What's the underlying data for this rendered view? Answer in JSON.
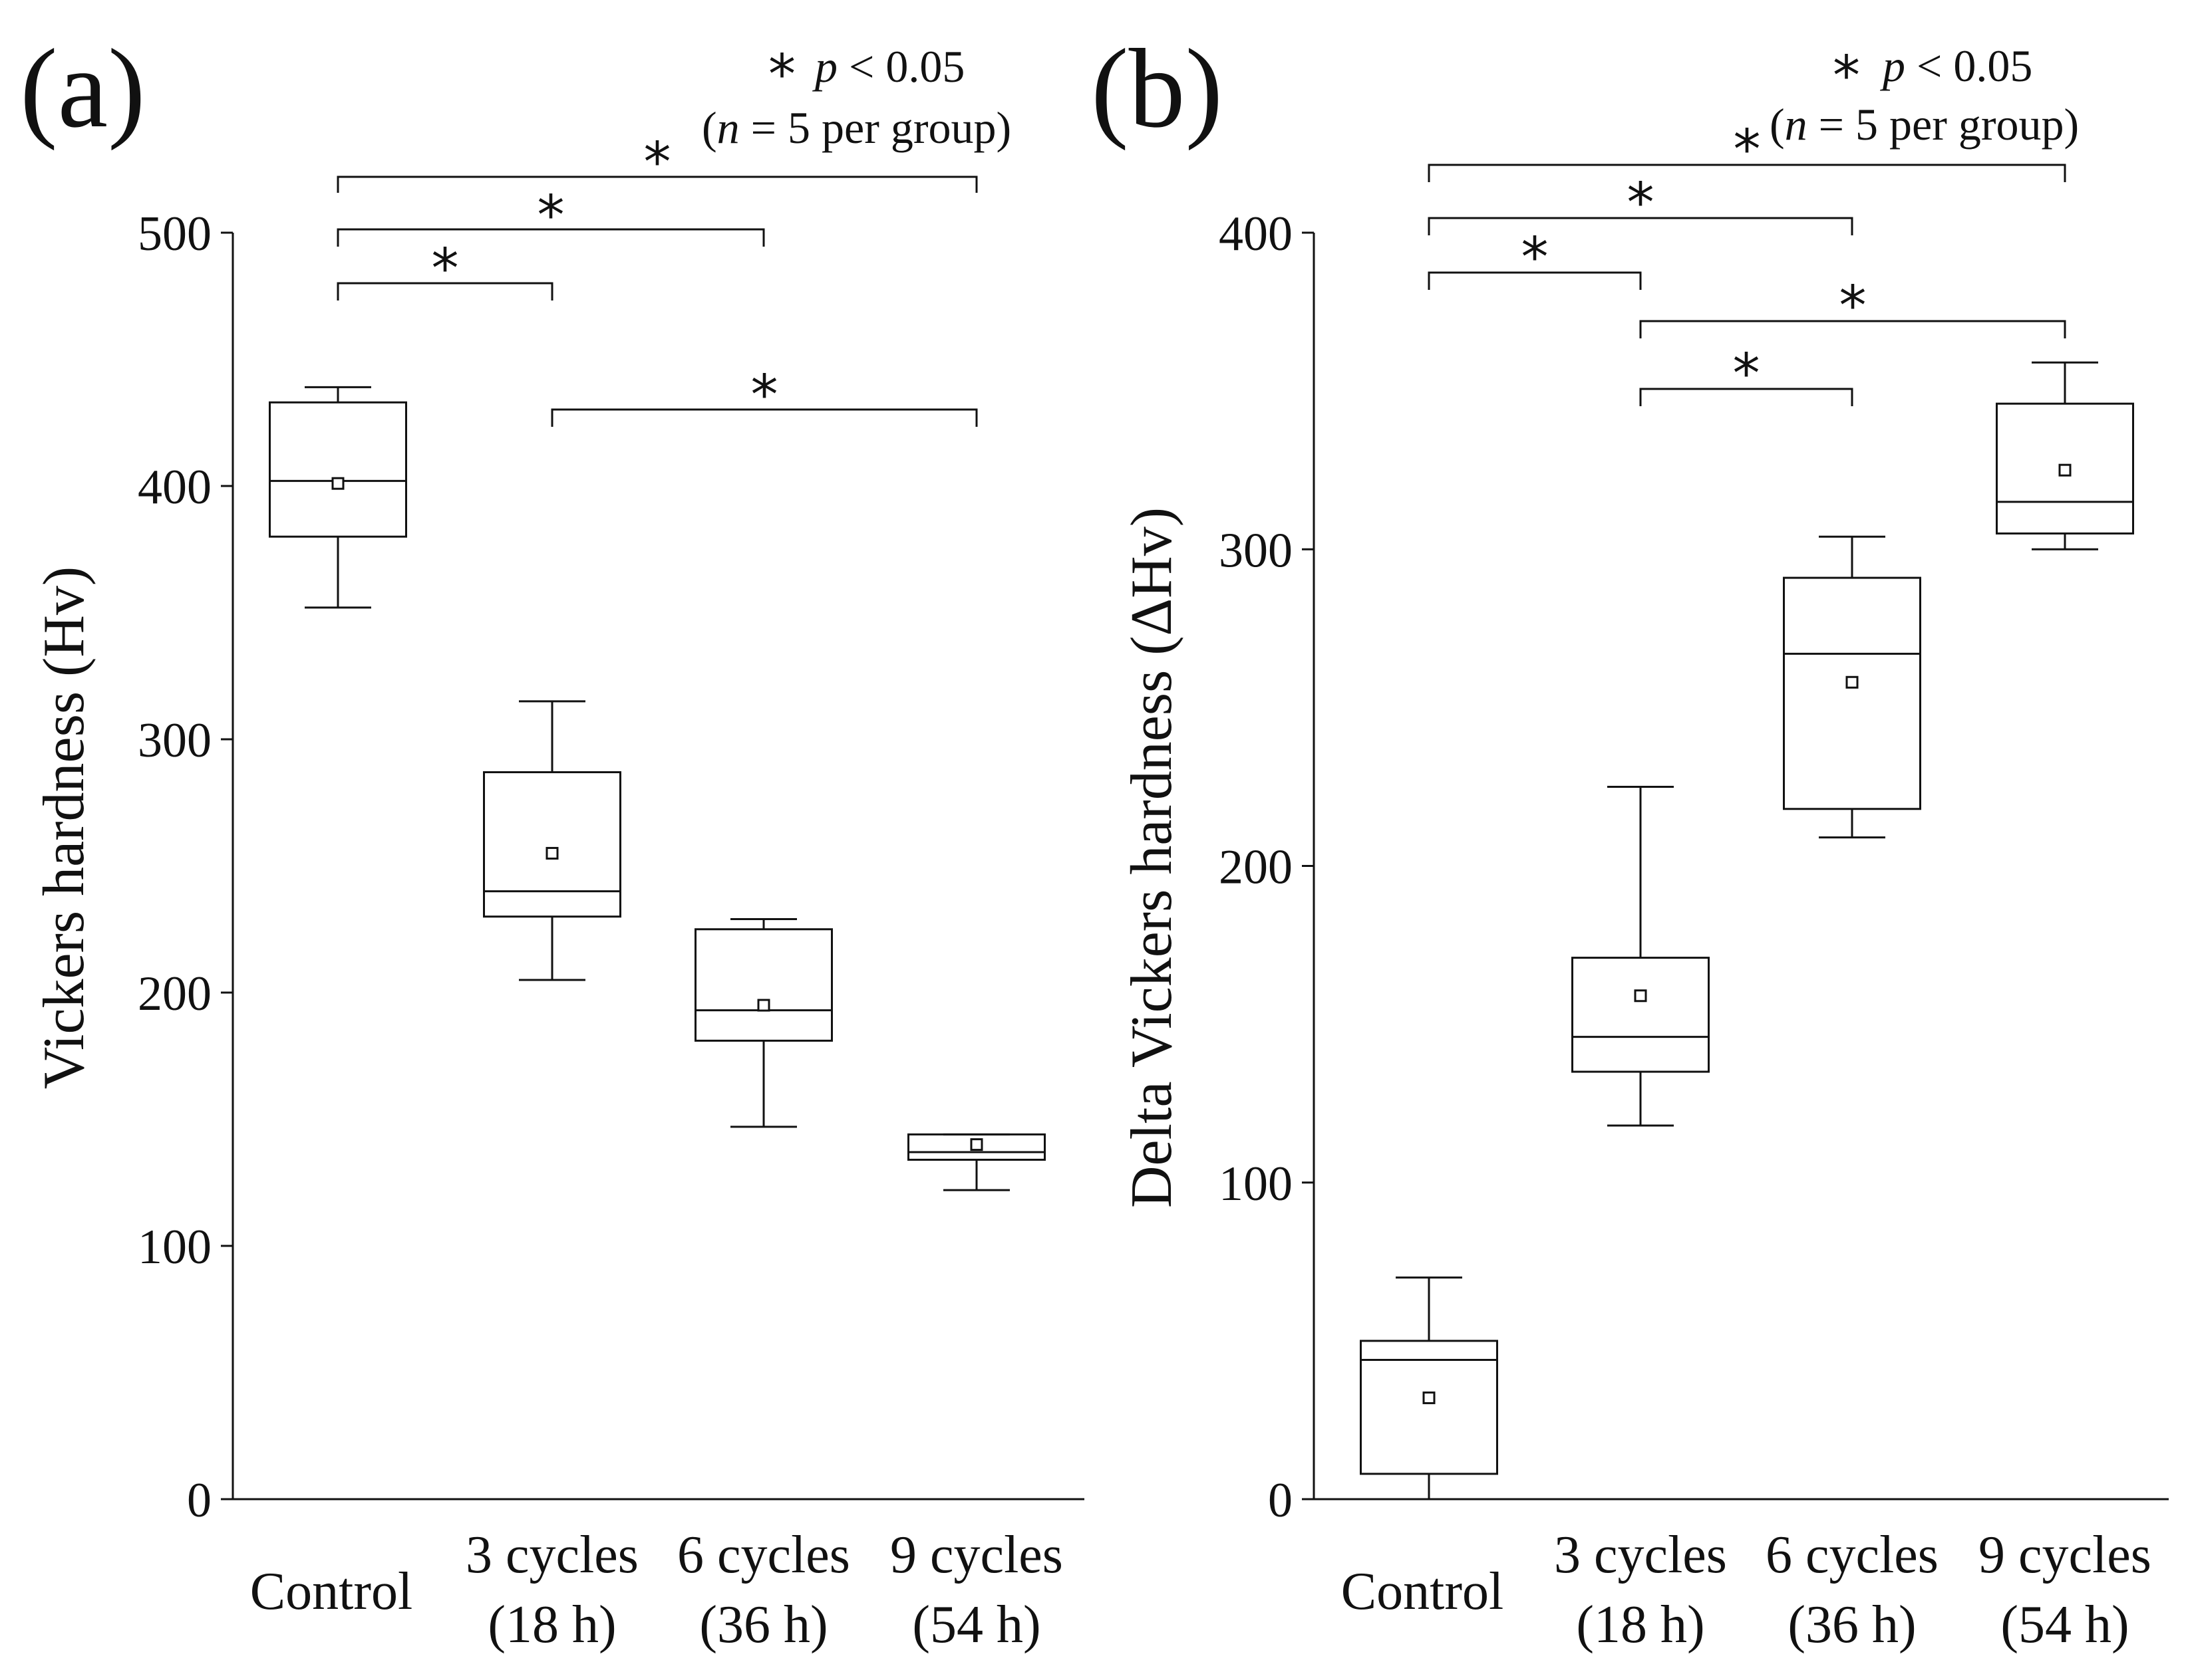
{
  "panels": [
    {
      "label": "(a)",
      "legend": {
        "star": "*",
        "p_text": "p",
        "p_rest": " < 0.05",
        "n_text": "(",
        "n_var": "n",
        "n_rest": " = 5 per group)"
      }
    },
    {
      "label": "(b)",
      "legend": {
        "star": "*",
        "p_text": "p",
        "p_rest": " < 0.05",
        "n_text": "(",
        "n_var": "n",
        "n_rest": " = 5 per group)"
      }
    }
  ],
  "chart_data": [
    {
      "type": "box",
      "panel": "(a)",
      "ylabel": "Vickers hardness (Hv)",
      "ylim": [
        0,
        500
      ],
      "yticks": [
        0,
        100,
        200,
        300,
        400,
        500
      ],
      "categories": [
        {
          "line1": "Control",
          "line2": ""
        },
        {
          "line1": "3 cycles",
          "line2": "(18 h)"
        },
        {
          "line1": "6 cycles",
          "line2": "(36 h)"
        },
        {
          "line1": "9 cycles",
          "line2": "(54 h)"
        }
      ],
      "boxes": [
        {
          "min": 352,
          "q1": 380,
          "median": 402,
          "q3": 433,
          "max": 439,
          "mean": 401
        },
        {
          "min": 205,
          "q1": 230,
          "median": 240,
          "q3": 287,
          "max": 315,
          "mean": 255
        },
        {
          "min": 147,
          "q1": 181,
          "median": 193,
          "q3": 225,
          "max": 229,
          "mean": 195
        },
        {
          "min": 122,
          "q1": 134,
          "median": 137,
          "q3": 144,
          "max": 144,
          "mean": 140
        }
      ],
      "significance": [
        {
          "from": 0,
          "to": 1,
          "label": "*"
        },
        {
          "from": 0,
          "to": 2,
          "label": "*"
        },
        {
          "from": 0,
          "to": 3,
          "label": "*"
        },
        {
          "from": 1,
          "to": 3,
          "label": "*"
        }
      ]
    },
    {
      "type": "box",
      "panel": "(b)",
      "ylabel": "Delta Vickers hardness (ΔHv)",
      "ylim": [
        0,
        400
      ],
      "yticks": [
        0,
        100,
        200,
        300,
        400
      ],
      "categories": [
        {
          "line1": "Control",
          "line2": ""
        },
        {
          "line1": "3 cycles",
          "line2": "(18 h)"
        },
        {
          "line1": "6 cycles",
          "line2": "(36 h)"
        },
        {
          "line1": "9 cycles",
          "line2": "(54 h)"
        }
      ],
      "boxes": [
        {
          "min": 0,
          "q1": 8,
          "median": 44,
          "q3": 50,
          "max": 70,
          "mean": 32
        },
        {
          "min": 118,
          "q1": 135,
          "median": 146,
          "q3": 171,
          "max": 225,
          "mean": 159
        },
        {
          "min": 209,
          "q1": 218,
          "median": 267,
          "q3": 291,
          "max": 304,
          "mean": 258
        },
        {
          "min": 300,
          "q1": 305,
          "median": 315,
          "q3": 346,
          "max": 359,
          "mean": 325
        }
      ],
      "significance": [
        {
          "from": 0,
          "to": 1,
          "label": "*"
        },
        {
          "from": 0,
          "to": 2,
          "label": "*"
        },
        {
          "from": 0,
          "to": 3,
          "label": "*"
        },
        {
          "from": 1,
          "to": 3,
          "label": "*"
        },
        {
          "from": 1,
          "to": 2,
          "label": "*"
        }
      ]
    }
  ]
}
